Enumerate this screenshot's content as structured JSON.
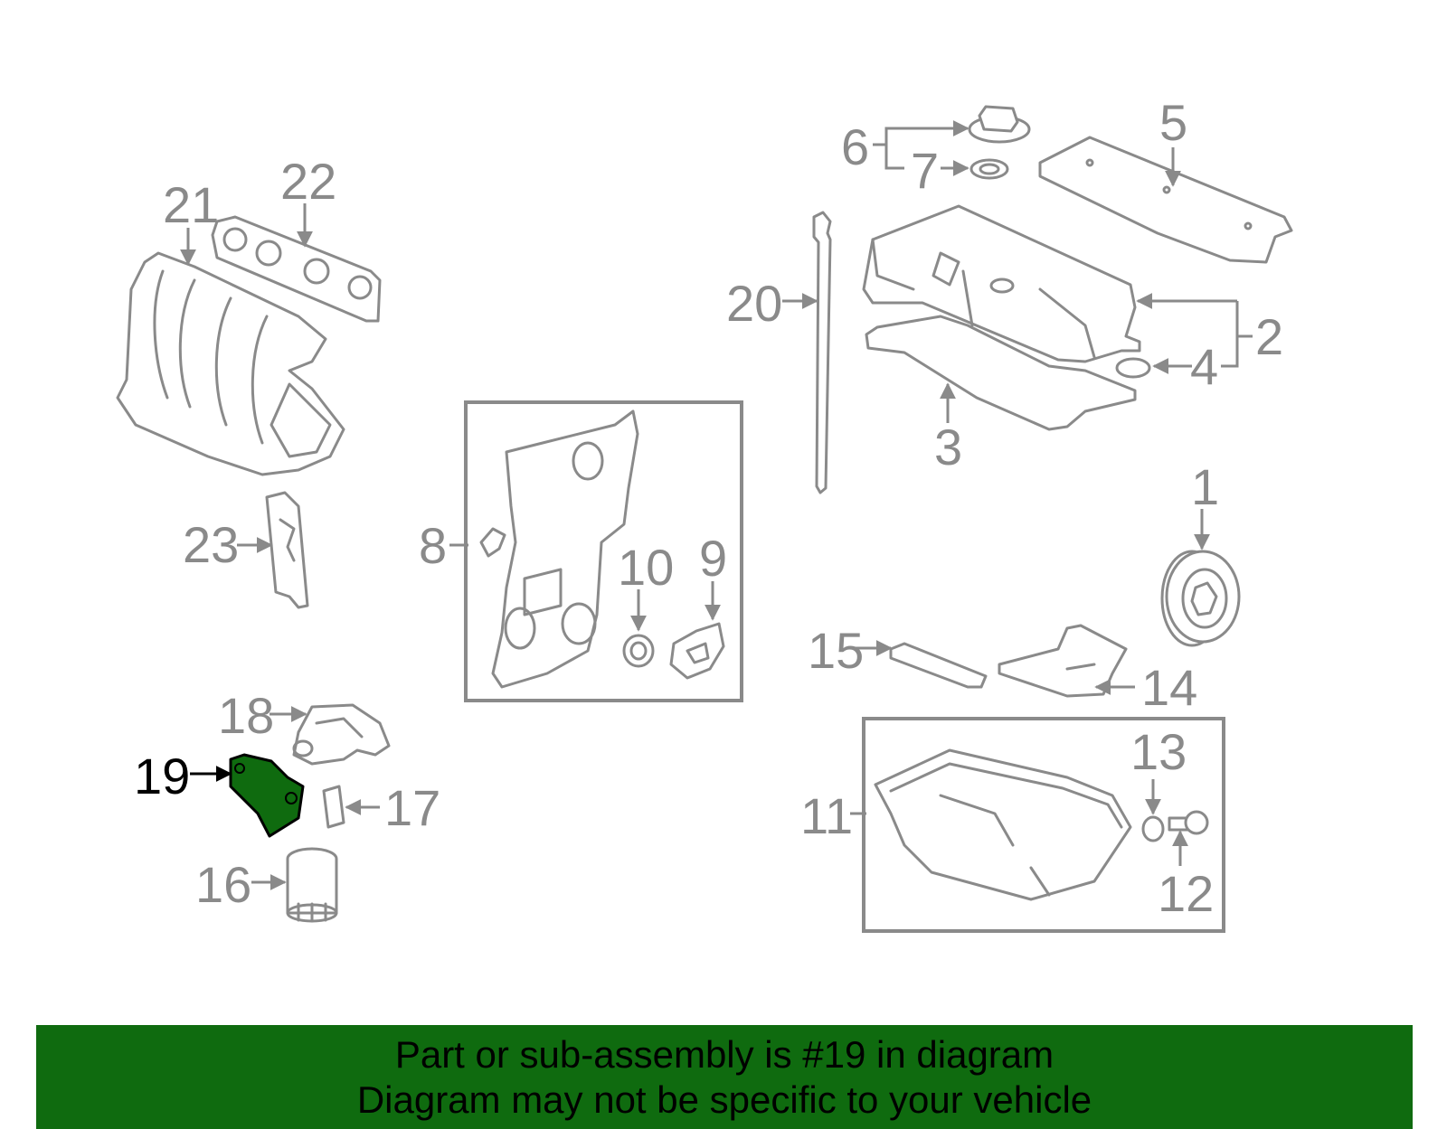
{
  "diagram": {
    "callouts": [
      {
        "number": "1"
      },
      {
        "number": "2"
      },
      {
        "number": "3"
      },
      {
        "number": "4"
      },
      {
        "number": "5"
      },
      {
        "number": "6"
      },
      {
        "number": "7"
      },
      {
        "number": "8"
      },
      {
        "number": "9"
      },
      {
        "number": "10"
      },
      {
        "number": "11"
      },
      {
        "number": "12"
      },
      {
        "number": "13"
      },
      {
        "number": "14"
      },
      {
        "number": "15"
      },
      {
        "number": "16"
      },
      {
        "number": "17"
      },
      {
        "number": "18"
      },
      {
        "number": "19"
      },
      {
        "number": "20"
      },
      {
        "number": "21"
      },
      {
        "number": "22"
      },
      {
        "number": "23"
      }
    ],
    "highlighted_part": "19",
    "highlight_color": "#0f6b0f",
    "part_color": "#8a8a8a"
  },
  "banner": {
    "line1": "Part or sub-assembly is #19 in diagram",
    "line2": "Diagram may not be specific to your vehicle",
    "background": "#0f6b0f"
  }
}
